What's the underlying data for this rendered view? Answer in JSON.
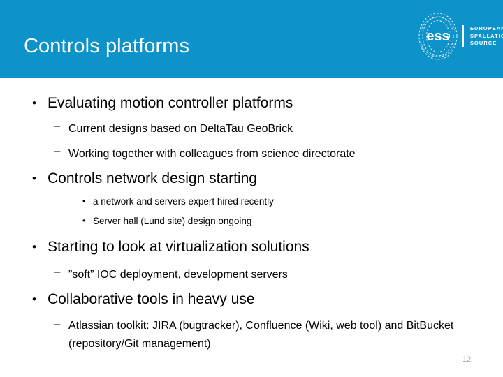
{
  "slide": {
    "title": "Controls platforms",
    "page_number": "12",
    "accent_color": "#0d93c9",
    "title_color": "#ffffff",
    "body_color": "#000000",
    "page_number_color": "#a6a6a6"
  },
  "logo": {
    "name": "ess-logo",
    "emblem_text": "ess",
    "line1": "EUROPEAN",
    "line2": "SPALLATION",
    "line3": "SOURCE"
  },
  "content": {
    "groups": [
      {
        "heading": "Evaluating motion controller platforms",
        "bullet_mark": "•",
        "children": [
          {
            "text": "Current designs based on DeltaTau GeoBrick",
            "bullet_mark": "–",
            "level": 2
          },
          {
            "text": "Working together with colleagues from science directorate",
            "bullet_mark": "–",
            "level": 2
          }
        ]
      },
      {
        "heading": "Controls network design starting",
        "bullet_mark": "•",
        "children": [
          {
            "text": "a network and servers expert hired recently",
            "bullet_mark": "•",
            "level": 3
          },
          {
            "text": "Server hall (Lund site) design ongoing",
            "bullet_mark": "•",
            "level": 3
          }
        ]
      },
      {
        "heading": "Starting to look at virtualization solutions",
        "bullet_mark": "•",
        "children": [
          {
            "text": "”soft” IOC deployment, development servers",
            "bullet_mark": "–",
            "level": 2
          }
        ]
      },
      {
        "heading": "Collaborative tools in heavy use",
        "bullet_mark": "•",
        "children": [
          {
            "text": "Atlassian toolkit: JIRA (bugtracker), Confluence (Wiki, web tool) and BitBucket (repository/Git management)",
            "bullet_mark": "–",
            "level": 2
          }
        ]
      }
    ]
  }
}
